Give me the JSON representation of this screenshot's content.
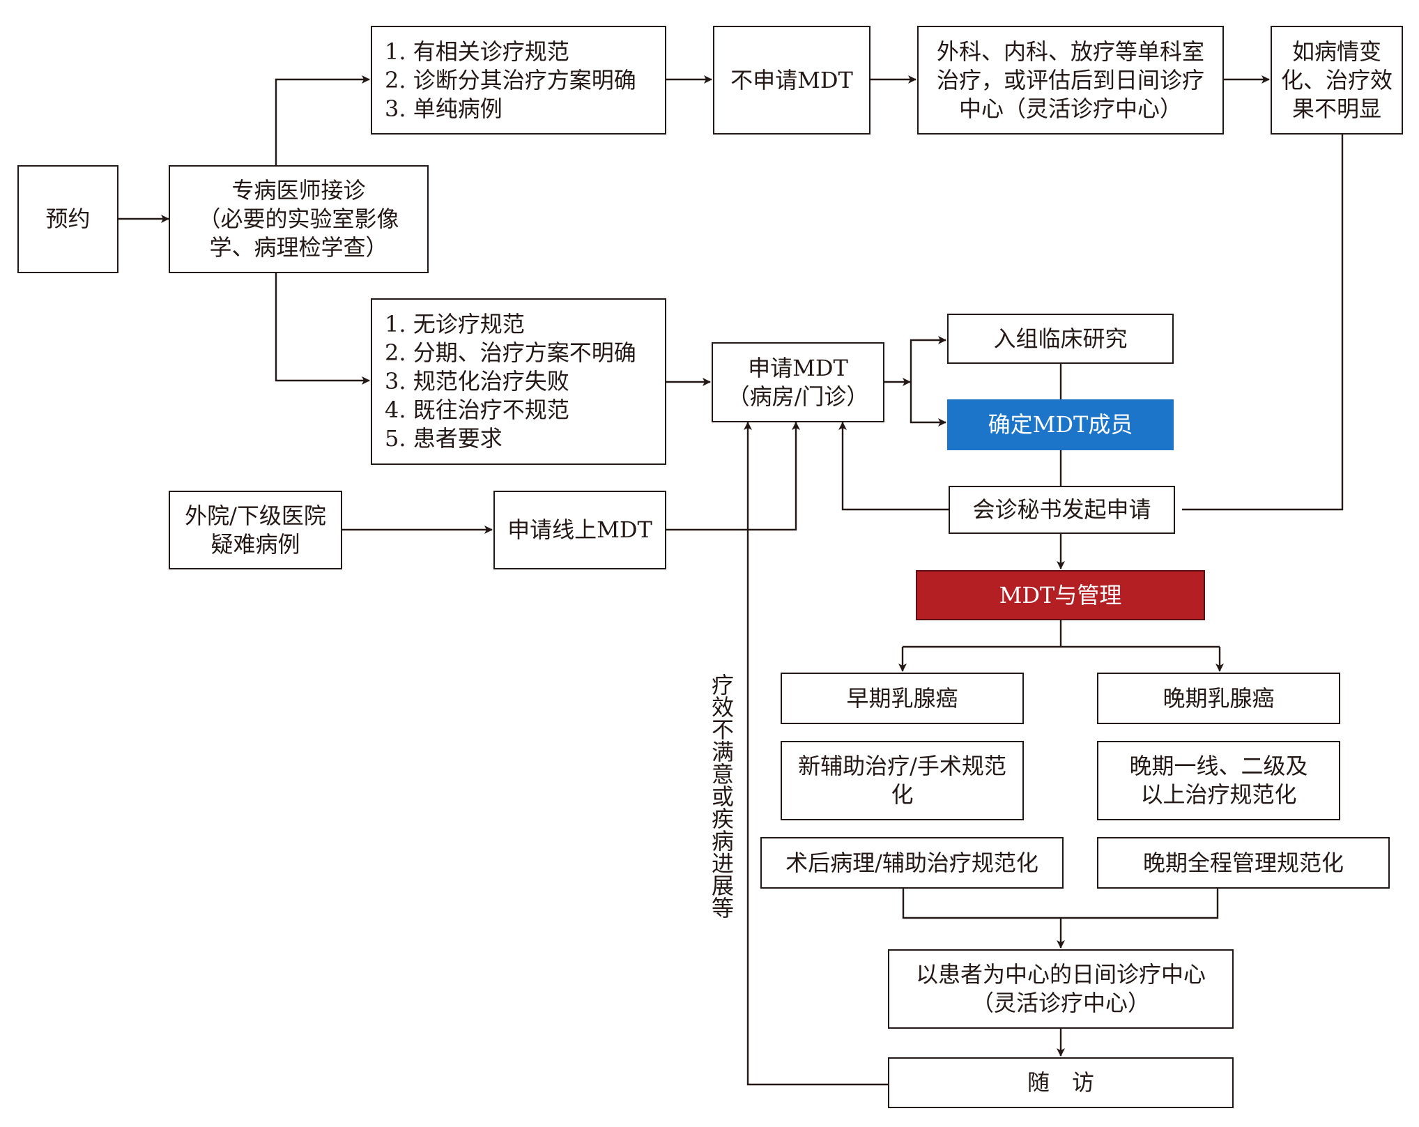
{
  "diagram": {
    "boxes": {
      "appointment": [
        "预约"
      ],
      "specialist": [
        "专病医师接诊",
        "（必要的实验室影像",
        "学、病理检学查）"
      ],
      "criteria_clear": [
        "1. 有相关诊疗规范",
        "2. 诊断分其治疗方案明确",
        "3. 单纯病例"
      ],
      "no_mdt": [
        "不申请MDT"
      ],
      "single_dept": [
        "外科、内科、放疗等单科室",
        "治疗，或评估后到日间诊疗",
        "中心（灵活诊疗中心）"
      ],
      "condition_change": [
        "如病情变",
        "化、治疗效",
        "果不明显"
      ],
      "criteria_unclear": [
        "1. 无诊疗规范",
        "2. 分期、治疗方案不明确",
        "3. 规范化治疗失败",
        "4. 既往治疗不规范",
        "5. 患者要求"
      ],
      "apply_mdt": [
        "申请MDT",
        "（病房/门诊）"
      ],
      "clinical_trial": [
        "入组临床研究"
      ],
      "confirm_members": [
        "确定MDT成员"
      ],
      "secretary": [
        "会诊秘书发起申请"
      ],
      "external_hospital": [
        "外院/下级医院",
        "疑难病例"
      ],
      "online_mdt": [
        "申请线上MDT"
      ],
      "mdt_management": [
        "MDT与管理"
      ],
      "early_cancer": [
        "早期乳腺癌"
      ],
      "late_cancer": [
        "晚期乳腺癌"
      ],
      "neoadjuvant": [
        "新辅助治疗/手术规范",
        "化"
      ],
      "late_lines": [
        "晚期一线、二级及",
        "以上治疗规范化"
      ],
      "postop": [
        "术后病理/辅助治疗规范化"
      ],
      "late_full": [
        "晚期全程管理规范化"
      ],
      "day_center": [
        "以患者为中心的日间诊疗中心",
        "（灵活诊疗中心）"
      ],
      "follow_up": [
        "随　访"
      ]
    },
    "feedback_label": "疗效不满意或疾病进展等"
  },
  "colors": {
    "line": "#231815",
    "confirm_fill": "#1c75c9",
    "mdt_fill": "#b41f24"
  }
}
